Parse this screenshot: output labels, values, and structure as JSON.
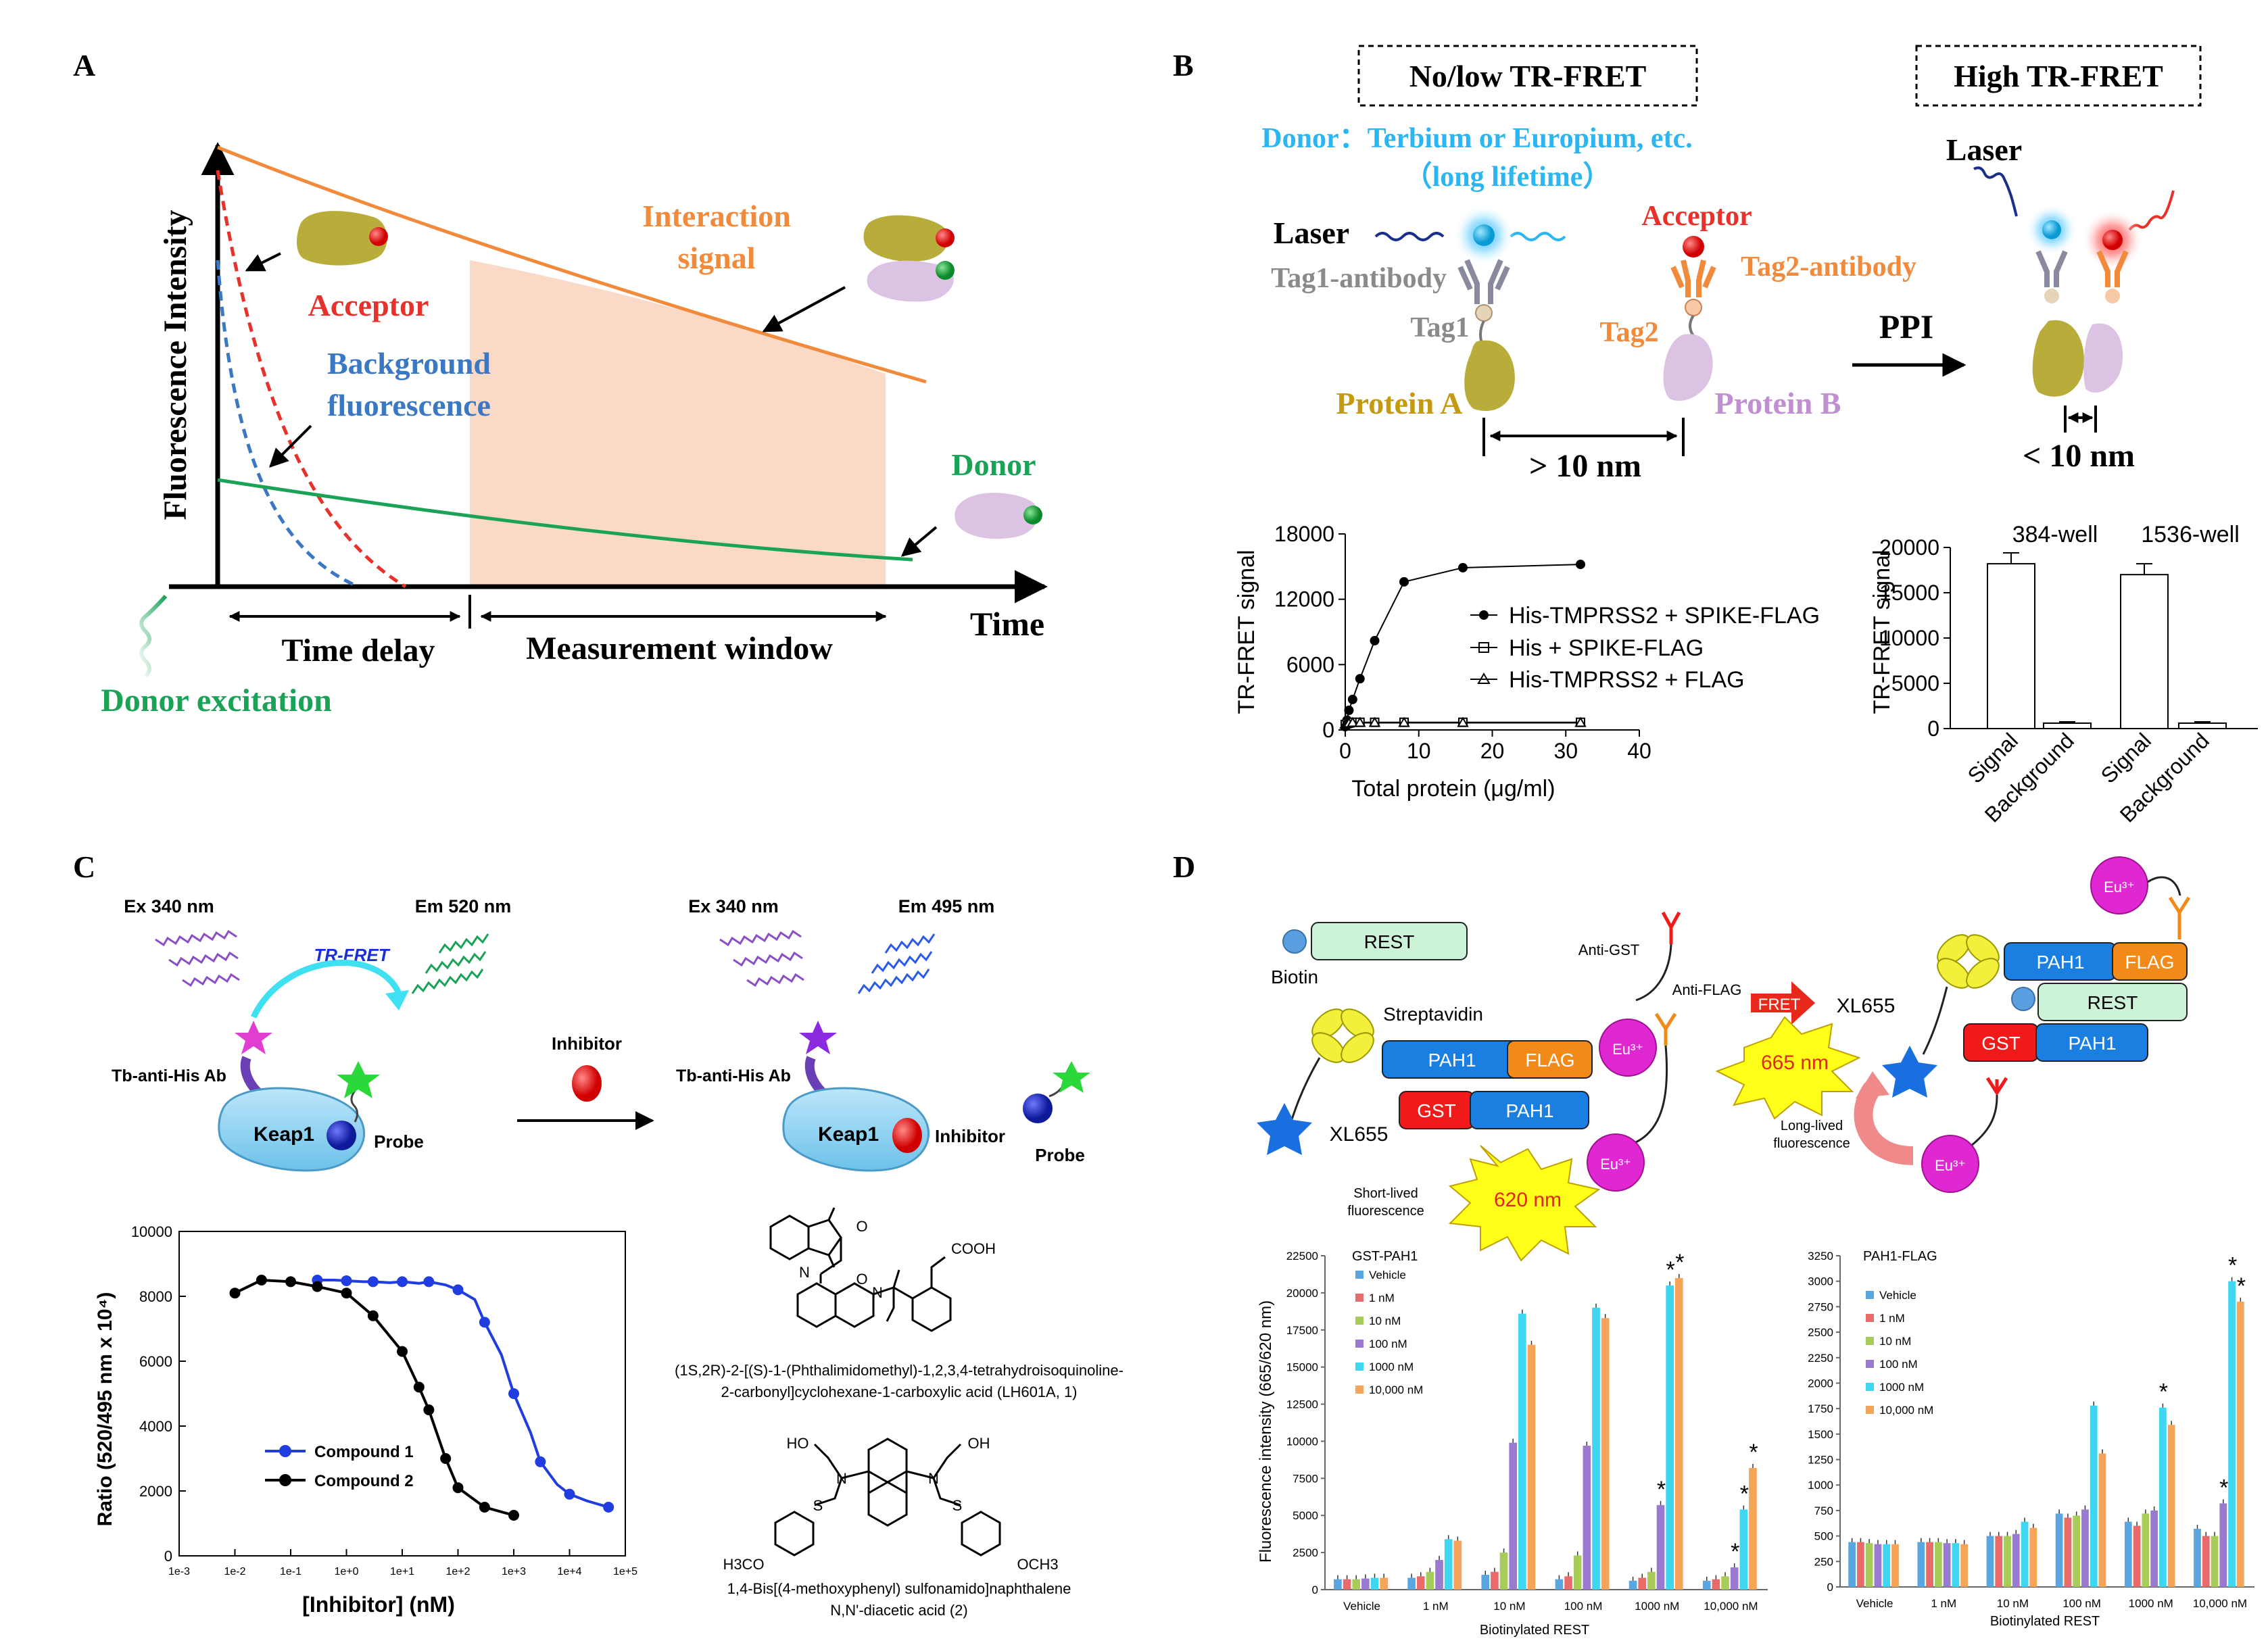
{
  "panel_letters": {
    "a": "A",
    "b": "B",
    "c": "C",
    "d": "D"
  },
  "panelA": {
    "ylabel": "Fluorescence Intensity",
    "xlabel": "Time",
    "interaction": "Interaction",
    "signal": "signal",
    "acceptor": "Acceptor",
    "background1": "Background",
    "background2": "fluorescence",
    "donor": "Donor",
    "time_delay": "Time delay",
    "measurement_window": "Measurement window",
    "donor_excitation": "Donor excitation",
    "colors": {
      "interaction": "#f28a3c",
      "acceptor": "#e8312b",
      "background": "#3a78c4",
      "donor": "#1aa357",
      "window": "#fbd9c7"
    }
  },
  "panelB": {
    "no_low": "No/low TR-FRET",
    "high": "High TR-FRET",
    "donor_line1": "Donor：Terbium or Europium, etc.",
    "donor_line2": "（long lifetime）",
    "laser": "Laser",
    "laser2": "Laser",
    "tag1_antibody": "Tag1-antibody",
    "tag1": "Tag1",
    "protein_a": "Protein A",
    "acceptor": "Acceptor",
    "tag2_antibody": "Tag2-antibody",
    "tag2": "Tag2",
    "protein_b": "Protein B",
    "distance_far": "> 10 nm",
    "distance_near": "< 10 nm",
    "ppi": "PPI"
  },
  "chartB1": {
    "ylabel": "TR-FRET signal",
    "xlabel": "Total protein (μg/ml)",
    "yticks": [
      "0",
      "6000",
      "12000",
      "18000"
    ],
    "xticks": [
      "0",
      "10",
      "20",
      "30",
      "40"
    ],
    "legend": [
      "His-TMPRSS2 + SPIKE-FLAG",
      "His + SPIKE-FLAG",
      "His-TMPRSS2 + FLAG"
    ]
  },
  "chartB2": {
    "ylabel": "TR-FRET signal",
    "yticks": [
      "0",
      "5000",
      "10000",
      "15000",
      "20000"
    ],
    "groups": [
      "384-well",
      "1536-well"
    ],
    "categories": [
      "Signal",
      "Background"
    ]
  },
  "panelC": {
    "ex1": "Ex 340 nm",
    "em1": "Em 520 nm",
    "ex2": "Ex 340 nm",
    "em2": "Em 495 nm",
    "trfret": "TR-FRET",
    "tb1": "Tb-anti-His Ab",
    "tb2": "Tb-anti-His Ab",
    "keap1a": "Keap1",
    "keap1b": "Keap1",
    "probe1": "Probe",
    "probe2": "Probe",
    "inhibitor_arrow": "Inhibitor",
    "inhibitor": "Inhibitor",
    "compound1_name_l1": "(1S,2R)-2-[(S)-1-(Phthalimidomethyl)-1,2,3,4-tetrahydroisoquinoline-",
    "compound1_name_l2": "2-carbonyl]cyclohexane-1-carboxylic acid (LH601A, 1)",
    "compound2_name_l1": "1,4-Bis[(4-methoxyphenyl) sulfonamido]naphthalene",
    "compound2_name_l2": "N,N'-diacetic acid (2)",
    "cooh1": "COOH",
    "ho": "HO",
    "oh": "OH",
    "h3co": "H3CO",
    "och3": "OCH3"
  },
  "chartC": {
    "ylabel": "Ratio (520/495 nm x 10⁴)",
    "xlabel": "[Inhibitor] (nM)",
    "yticks": [
      "0",
      "2000",
      "4000",
      "6000",
      "8000",
      "10000"
    ],
    "xticks": [
      "1e-3",
      "1e-2",
      "1e-1",
      "1e+0",
      "1e+1",
      "1e+2",
      "1e+3",
      "1e+4",
      "1e+5"
    ],
    "legend": [
      "Compound 1",
      "Compound 2"
    ],
    "colors": [
      "#1f3de0",
      "#000000"
    ]
  },
  "panelD": {
    "rest1": "REST",
    "biotin": "Biotin",
    "streptavidin": "Streptavidin",
    "pah1a": "PAH1",
    "flag1": "FLAG",
    "gst1": "GST",
    "pah1b": "PAH1",
    "xl655a": "XL655",
    "anti_gst": "Anti-GST",
    "anti_flag": "Anti-FLAG",
    "eu1": "Eu³⁺",
    "eu2": "Eu³⁺",
    "nm620": "620 nm",
    "short_lived1": "Short-lived",
    "short_lived2": "fluorescence",
    "fret": "FRET",
    "xl655b": "XL655",
    "nm665": "665 nm",
    "long_lived1": "Long-lived",
    "long_lived2": "fluorescence",
    "pah1c": "PAH1",
    "flag2": "FLAG",
    "rest2": "REST",
    "gst2": "GST",
    "pah1d": "PAH1",
    "eu3": "Eu³⁺",
    "eu4": "Eu³⁺"
  },
  "chartD1": {
    "title": "GST-PAH1",
    "ylabel": "Fluorescence intensity (665/620 nm)",
    "xlabel": "Biotinylated REST",
    "yticks": [
      "0",
      "2500",
      "5000",
      "7500",
      "10000",
      "12500",
      "15000",
      "17500",
      "20000",
      "22500"
    ],
    "categories": [
      "Vehicle",
      "1 nM",
      "10 nM",
      "100 nM",
      "1000 nM",
      "10,000 nM"
    ],
    "legend": [
      "Vehicle",
      "1 nM",
      "10 nM",
      "100 nM",
      "1000 nM",
      "10,000 nM"
    ]
  },
  "chartD2": {
    "title": "PAH1-FLAG",
    "xlabel": "Biotinylated REST",
    "yticks": [
      "0",
      "250",
      "500",
      "750",
      "1000",
      "1250",
      "1500",
      "1750",
      "2000",
      "2250",
      "2500",
      "2750",
      "3000",
      "3250"
    ],
    "categories": [
      "Vehicle",
      "1 nM",
      "10 nM",
      "100 nM",
      "1000 nM",
      "10,000 nM"
    ],
    "legend": [
      "Vehicle",
      "1 nM",
      "10 nM",
      "100 nM",
      "1000 nM",
      "10,000 nM"
    ]
  },
  "chart_data": [
    {
      "type": "line",
      "ylabel": "TR-FRET signal",
      "xlabel": "Total protein (μg/ml)",
      "xlim": [
        0,
        40
      ],
      "ylim": [
        0,
        18000
      ],
      "series": [
        {
          "name": "His-TMPRSS2 + SPIKE-FLAG",
          "x": [
            0,
            0.25,
            0.5,
            1,
            2,
            4,
            8,
            16,
            32
          ],
          "y": [
            300,
            900,
            1800,
            2800,
            4700,
            8200,
            13600,
            14900,
            15200
          ]
        },
        {
          "name": "His + SPIKE-FLAG",
          "x": [
            0,
            0.25,
            0.5,
            1,
            2,
            4,
            8,
            16,
            32
          ],
          "y": [
            500,
            600,
            650,
            700,
            700,
            700,
            700,
            700,
            700
          ]
        },
        {
          "name": "His-TMPRSS2 + FLAG",
          "x": [
            0,
            0.25,
            0.5,
            1,
            2,
            4,
            8,
            16,
            32
          ],
          "y": [
            500,
            550,
            600,
            650,
            650,
            650,
            650,
            650,
            650
          ]
        }
      ]
    },
    {
      "type": "bar",
      "ylabel": "TR-FRET signal",
      "ylim": [
        0,
        20000
      ],
      "groups": [
        "384-well",
        "1536-well"
      ],
      "categories": [
        "Signal",
        "Background"
      ],
      "values": [
        [
          18200,
          600
        ],
        [
          17000,
          600
        ]
      ]
    },
    {
      "type": "line",
      "ylabel": "Ratio (520/495 nm x 10⁴)",
      "xlabel": "[Inhibitor] (nM)",
      "xscale": "log",
      "xlim": [
        0.001,
        100000
      ],
      "ylim": [
        0,
        10000
      ],
      "series": [
        {
          "name": "Compound 1",
          "x": [
            0.3,
            0.6,
            1,
            2,
            3,
            6,
            10,
            20,
            30,
            60,
            100,
            200,
            300,
            600,
            1000,
            2000,
            3000,
            6000,
            10000,
            20000,
            50000
          ],
          "y": [
            8500,
            8500,
            8480,
            8450,
            8450,
            8420,
            8450,
            8400,
            8450,
            8350,
            8200,
            7900,
            7200,
            6200,
            5000,
            3800,
            2900,
            2200,
            1900,
            1700,
            1500
          ]
        },
        {
          "name": "Compound 2",
          "x": [
            0.01,
            0.03,
            0.1,
            0.3,
            1,
            3,
            10,
            20,
            30,
            60,
            100,
            300,
            1000
          ],
          "y": [
            8100,
            8500,
            8450,
            8300,
            8100,
            7400,
            6300,
            5200,
            4500,
            3000,
            2100,
            1500,
            1250
          ]
        }
      ]
    },
    {
      "type": "bar",
      "title": "GST-PAH1",
      "xlabel": "Biotinylated REST",
      "ylim": [
        0,
        22500
      ],
      "categories": [
        "Vehicle",
        "1 nM",
        "10 nM",
        "100 nM",
        "1000 nM",
        "10,000 nM"
      ],
      "series": [
        {
          "name": "Vehicle",
          "values": [
            700,
            800,
            1000,
            700,
            600,
            600
          ]
        },
        {
          "name": "1 nM",
          "values": [
            700,
            900,
            1200,
            900,
            800,
            700
          ]
        },
        {
          "name": "10 nM",
          "values": [
            700,
            1200,
            2500,
            2300,
            1200,
            900
          ]
        },
        {
          "name": "100 nM",
          "values": [
            750,
            2000,
            9900,
            9700,
            5700,
            1500
          ]
        },
        {
          "name": "1000 nM",
          "values": [
            800,
            3400,
            18600,
            19000,
            20500,
            5400
          ]
        },
        {
          "name": "10,000 nM",
          "values": [
            800,
            3300,
            16500,
            18300,
            21000,
            8200
          ]
        }
      ]
    },
    {
      "type": "bar",
      "title": "PAH1-FLAG",
      "xlabel": "Biotinylated REST",
      "ylim": [
        0,
        3250
      ],
      "categories": [
        "Vehicle",
        "1 nM",
        "10 nM",
        "100 nM",
        "1000 nM",
        "10,000 nM"
      ],
      "series": [
        {
          "name": "Vehicle",
          "values": [
            440,
            440,
            500,
            720,
            640,
            570
          ]
        },
        {
          "name": "1 nM",
          "values": [
            440,
            440,
            500,
            680,
            600,
            500
          ]
        },
        {
          "name": "10 nM",
          "values": [
            430,
            440,
            500,
            700,
            720,
            500
          ]
        },
        {
          "name": "100 nM",
          "values": [
            420,
            430,
            520,
            760,
            750,
            820
          ]
        },
        {
          "name": "1000 nM",
          "values": [
            420,
            430,
            640,
            1780,
            1760,
            3000
          ]
        },
        {
          "name": "10,000 nM",
          "values": [
            420,
            420,
            580,
            1310,
            1590,
            2800
          ]
        }
      ]
    }
  ]
}
